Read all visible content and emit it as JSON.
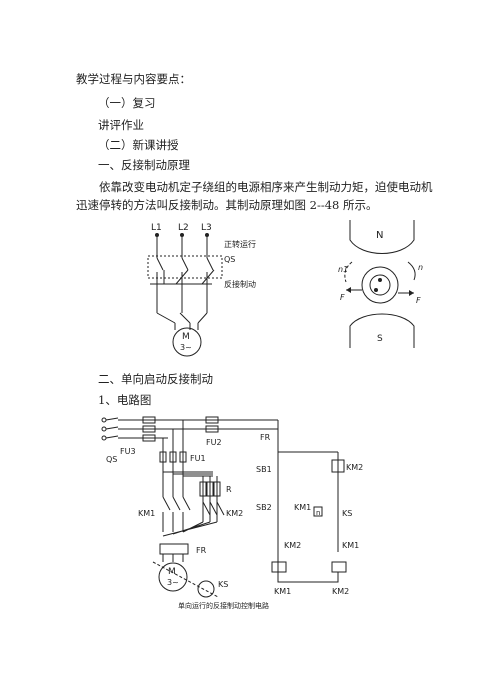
{
  "lines": {
    "heading": "教学过程与内容要点：",
    "review": "（一）复习",
    "homework": "讲评作业",
    "new_lesson": "（二）新课讲授",
    "section1": "一、反接制动原理",
    "para1": "依靠改变电动机定子绕组的电源相序来产生制动力矩，迫使电动机迅速停转的方法叫反接制动。其制动原理如图 2--48 所示。",
    "section2": "二、单向启动反接制动",
    "sub1": "1、电路图"
  },
  "fig1": {
    "l1": "L1",
    "l2": "L2",
    "l3": "L3",
    "forward": "正转运行",
    "qs": "QS",
    "reverse_brake": "反接制动",
    "motor": "M",
    "motor_sub": "3~"
  },
  "fig2": {
    "n_pole": "N",
    "s_pole": "S",
    "n1": "n1",
    "n": "n",
    "f_left": "F",
    "f_right": "F"
  },
  "fig3": {
    "fu2": "FU2",
    "fu3": "FU3",
    "fu1": "FU1",
    "qs": "QS",
    "r": "R",
    "km1_left": "KM1",
    "km2_left": "KM2",
    "fr_left": "FR",
    "motor": "M",
    "motor_sub": "3~",
    "ks_bottom": "KS",
    "fr_right": "FR",
    "sb1": "SB1",
    "km2_aux": "KM2",
    "sb2": "SB2",
    "km1_aux": "KM1",
    "n_box": "n",
    "ks": "KS",
    "km2_interlock": "KM2",
    "km1_interlock": "KM1",
    "coil_km1": "KM1",
    "coil_km2": "KM2",
    "caption": "单向运行的反接制动控制电路"
  }
}
